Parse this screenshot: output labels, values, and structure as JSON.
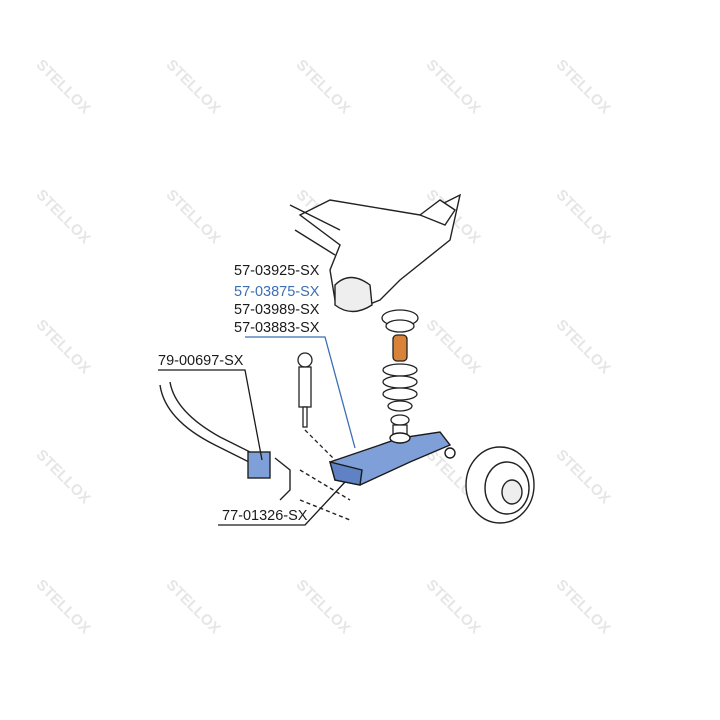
{
  "watermark": {
    "text": "STELLOX"
  },
  "labels": {
    "part_a": "57-03925-SX",
    "part_b": "57-03875-SX",
    "part_c": "57-03989-SX",
    "part_d": "57-03883-SX",
    "stabilizer_link": "79-00697-SX",
    "control_arm": "77-01326-SX"
  },
  "colors": {
    "highlight": "#3a6fb5",
    "arm_fill": "#7f9fd8",
    "line": "#1a1a1a",
    "spring_bumper": "#d9833a"
  }
}
